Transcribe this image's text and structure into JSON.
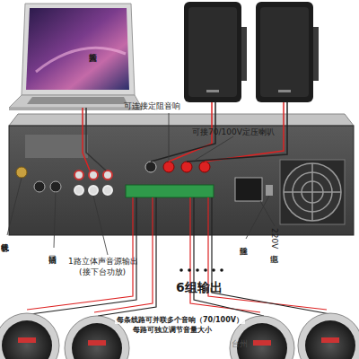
{
  "diagram": {
    "labels": [
      "音频输入",
      "可连接定阻音响",
      "可接70/100V定压喇叭",
      "收音机天线",
      "话筒插口",
      "1路立体声音源输出",
      "(接下台功放)",
      "6组输出",
      "保险丝",
      "220V电源",
      "每条线路可并联多个音响（70/100V）",
      "每路可独立调节音量大小",
      "台州"
    ]
  }
}
